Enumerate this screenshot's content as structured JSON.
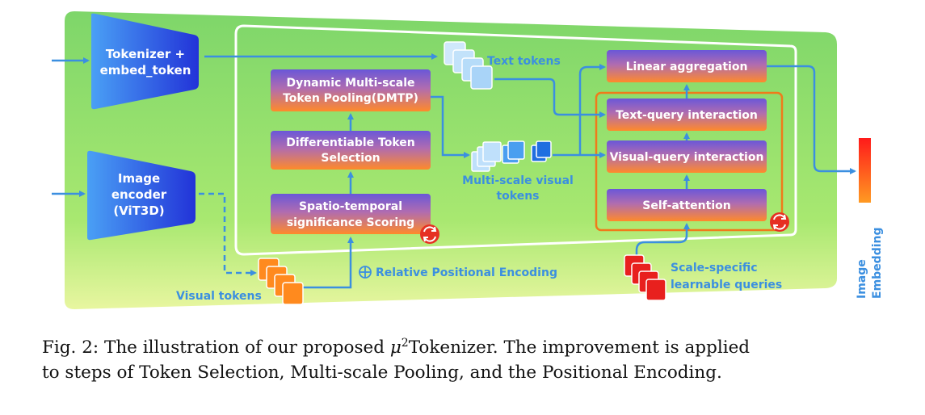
{
  "diagram": {
    "tokenizer": {
      "line1": "Tokenizer +",
      "line2": "embed_token"
    },
    "image_encoder": {
      "line1": "Image",
      "line2": "encoder",
      "line3": "(ViT3D)"
    },
    "dmtp": {
      "line1": "Dynamic Multi-scale",
      "line2": "Token Pooling(DMTP)"
    },
    "selection": {
      "line1": "Differentiable Token",
      "line2": "Selection"
    },
    "scoring": {
      "line1": "Spatio-temporal",
      "line2": "significance Scoring"
    },
    "linear": "Linear aggregation",
    "text_query": "Text-query interaction",
    "visual_query": "Visual-query interaction",
    "self_attention": "Self-attention",
    "text_tokens": "Text tokens",
    "multiscale": {
      "line1": "Multi-scale visual",
      "line2": "tokens"
    },
    "visual_tokens": "Visual tokens",
    "rpe": "Relative Positional Encoding",
    "queries": {
      "line1": "Scale-specific",
      "line2": "learnable queries"
    },
    "embedding": {
      "line1": "Image",
      "line2": "Embedding"
    }
  },
  "caption": {
    "line1_pre": "Fig. 2: The illustration of our proposed ",
    "mu": "μ",
    "sup": "2",
    "line1_post": "Tokenizer. The improvement is applied",
    "line2": "to steps of Token Selection, Multi-scale Pooling, and the Positional Encoding."
  },
  "colors": {
    "accent_blue": "#3b8fe0",
    "box_top": "#6a57d8",
    "box_bottom": "#ff8a2a",
    "orange_frame": "#f07a1a"
  }
}
